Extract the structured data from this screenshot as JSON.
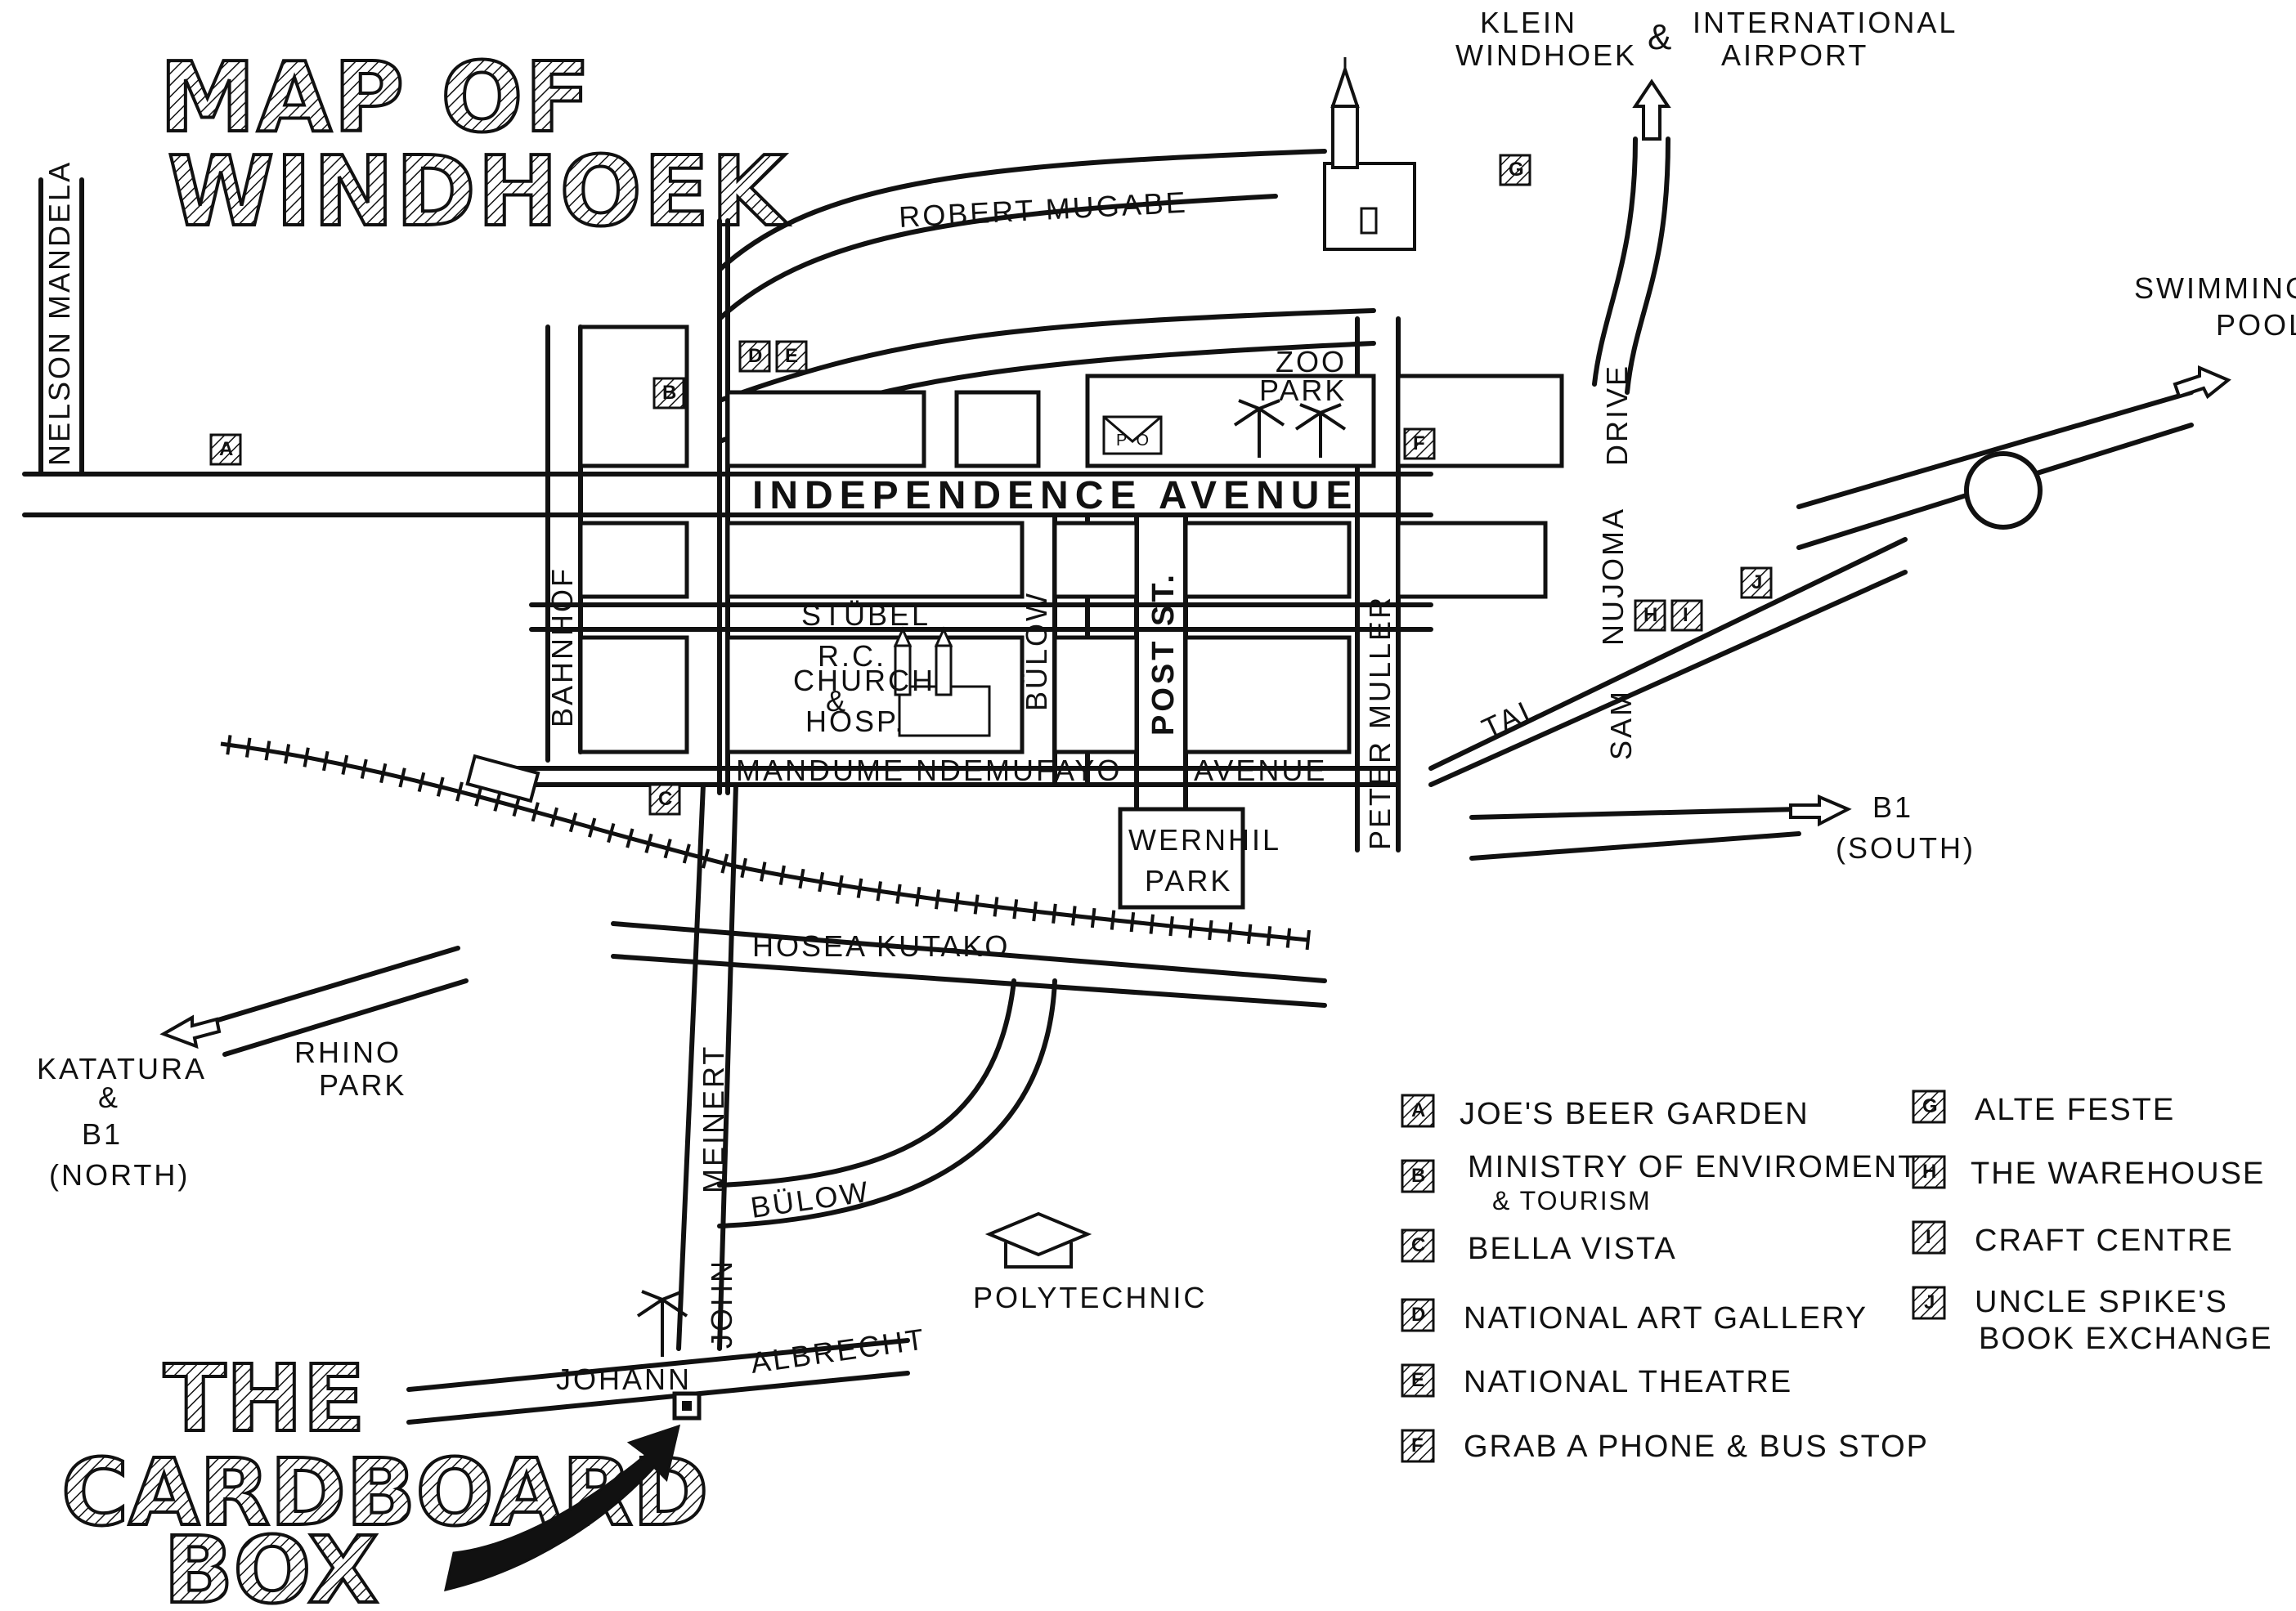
{
  "title": {
    "line1": "MAP OF",
    "line2": "WINDHOEK"
  },
  "destination_title": {
    "line1": "THE",
    "line2": "CARDBOARD",
    "line3": "BOX"
  },
  "streets": {
    "independence": "INDEPENDENCE AVENUE",
    "robert_mugabe": "ROBERT MUGABE",
    "nelson_mandela": "NELSON MANDELA",
    "stubel": "STÜBEL",
    "mandume": "MANDUME NDEMUFAYO",
    "avenue": "AVENUE",
    "bahnhof": "BAHNHOF",
    "bulow_upper": "BÜLOW",
    "post_st": "POST ST.",
    "peter_muller": "PETER MULLER",
    "nujoma_drive": "NUJOMA",
    "drive": "DRIVE",
    "sam": "SAM",
    "tal": "TAL",
    "hosea_kutako": "HOSEA KUTAKO",
    "meinert": "MEINERT",
    "bulow_lower": "BÜLOW",
    "john": "JOHN",
    "johann": "JOHANN",
    "albrecht": "ALBRECHT"
  },
  "places": {
    "zoo_park": [
      "ZOO",
      "PARK"
    ],
    "rc_church": [
      "R.C.",
      "CHURCH",
      "&",
      "HOSP."
    ],
    "wernhil_park": [
      "WERNHIL",
      "PARK"
    ],
    "rhino_park": [
      "RHINO",
      "PARK"
    ],
    "polytechnic": "POLYTECHNIC",
    "post_office": "P O"
  },
  "directions": {
    "klein_windhoek": [
      "KLEIN",
      "WINDHOEK"
    ],
    "amp": "&",
    "international_airport": [
      "INTERNATIONAL",
      "AIRPORT"
    ],
    "swimming_pool": [
      "SWIMMING",
      "POOL"
    ],
    "b1_south": [
      "B1",
      "(SOUTH)"
    ],
    "katatura": [
      "KATATURA",
      "&",
      "B1",
      "(NORTH)"
    ]
  },
  "markers": {
    "A": "A",
    "B": "B",
    "C_bella": "C",
    "D": "D",
    "E": "E",
    "F": "F",
    "G": "G",
    "H": "H",
    "I": "I",
    "J": "J"
  },
  "legend": {
    "left": [
      {
        "key": "A",
        "text": "JOE'S BEER GARDEN"
      },
      {
        "key": "B",
        "text": "MINISTRY OF ENVIROMENT",
        "text2": "& TOURISM"
      },
      {
        "key": "C",
        "text": "BELLA VISTA"
      },
      {
        "key": "D",
        "text": "NATIONAL ART GALLERY"
      },
      {
        "key": "E",
        "text": "NATIONAL THEATRE"
      },
      {
        "key": "F",
        "text": "GRAB A PHONE & BUS STOP"
      }
    ],
    "right": [
      {
        "key": "G",
        "text": "ALTE FESTE"
      },
      {
        "key": "H",
        "text": "THE WAREHOUSE"
      },
      {
        "key": "I",
        "text": "CRAFT CENTRE"
      },
      {
        "key": "J",
        "text": "UNCLE SPIKE'S",
        "text2": "BOOK EXCHANGE"
      }
    ]
  }
}
